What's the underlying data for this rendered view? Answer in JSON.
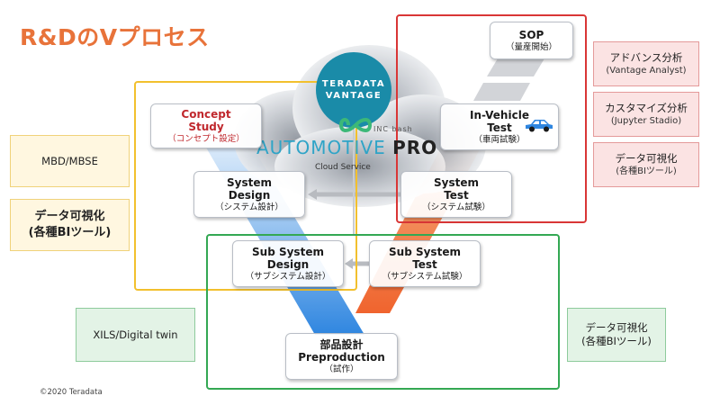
{
  "title": "R&DのVプロセス",
  "logo": {
    "line1": "TERADATA",
    "line2": "VANTAGE",
    "inc_text": "INC bash",
    "product_main": "AUTOMOTIVE",
    "product_suffix": "PRO",
    "service": "Cloud Service"
  },
  "nodes": {
    "concept": {
      "title": "Concept\nStudy",
      "sub": "（コンセプト設定）"
    },
    "system_design": {
      "title": "System\nDesign",
      "sub": "（システム設計）"
    },
    "subsystem_design": {
      "title": "Sub System\nDesign",
      "sub": "（サブシステム設計）"
    },
    "preproduction": {
      "title": "部品設計\nPreproduction",
      "sub": "（試作）"
    },
    "subsystem_test": {
      "title": "Sub System\nTest",
      "sub": "（サブシステム試験）"
    },
    "system_test": {
      "title": "System\nTest",
      "sub": "（システム試験）"
    },
    "in_vehicle": {
      "title": "In-Vehicle\nTest",
      "sub": "（車両試験）"
    },
    "sop": {
      "title": "SOP",
      "sub": "（量産開始）"
    }
  },
  "side_boxes": {
    "advanced": {
      "a": "アドバンス分析",
      "b": "(Vantage Analyst)"
    },
    "custom": {
      "a": "カスタマイズ分析",
      "b": "(Jupyter Stadio)"
    },
    "viz_right_top": {
      "a": "データ可視化",
      "b": "(各種BIツール)"
    },
    "mbd": {
      "a": "MBD/MBSE"
    },
    "viz_left": {
      "a": "データ可視化",
      "b": "(各種BIツール)"
    },
    "xils": {
      "a": "XILS/Digital twin"
    },
    "viz_right_bottom": {
      "a": "データ可視化",
      "b": "(各種BIツール)"
    }
  },
  "colors": {
    "title": "#E8733A",
    "left_arm": "#2F86E0",
    "right_arm": "#F0642E",
    "yellow_frame": "#F2C02E",
    "red_frame": "#D93636",
    "green_frame": "#34A853",
    "logo": "#1A8BA8"
  },
  "copyright": "©2020 Teradata"
}
